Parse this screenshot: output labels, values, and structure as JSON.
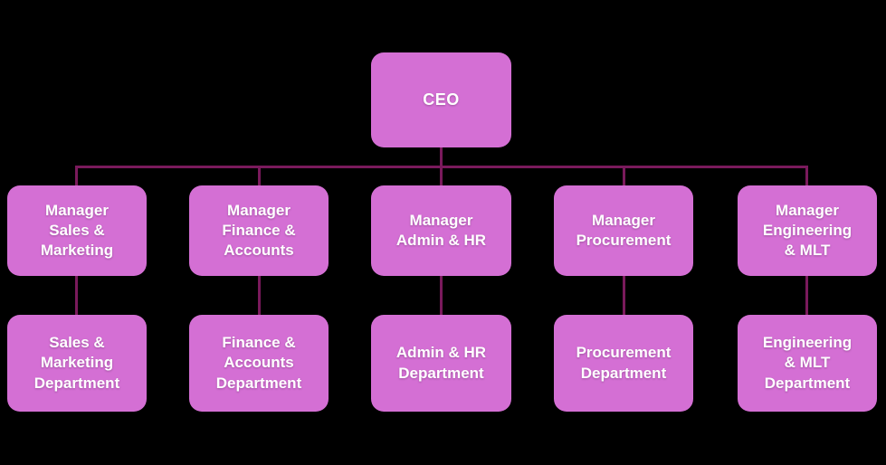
{
  "chart": {
    "type": "org-chart",
    "root": {
      "label": "CEO"
    },
    "branches": [
      {
        "manager": "Manager\nSales &\nMarketing",
        "department": "Sales &\nMarketing\nDepartment"
      },
      {
        "manager": "Manager\nFinance &\nAccounts",
        "department": "Finance &\nAccounts\nDepartment"
      },
      {
        "manager": "Manager\nAdmin & HR",
        "department": "Admin & HR\nDepartment"
      },
      {
        "manager": "Manager\nProcurement",
        "department": "Procurement\nDepartment"
      },
      {
        "manager": "Manager\nEngineering\n& MLT",
        "department": "Engineering\n& MLT\nDepartment"
      }
    ],
    "colors": {
      "background": "#000000",
      "node_fill": "#d46fd4",
      "node_text": "#ffffff",
      "connector": "#7a1a5c"
    }
  }
}
